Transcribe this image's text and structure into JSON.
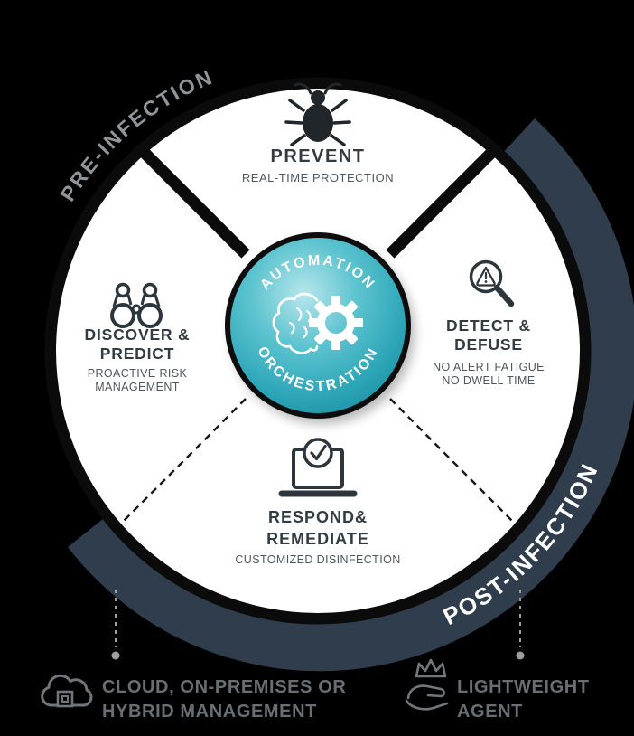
{
  "ring": {
    "pre_label": "PRE-INFECTION",
    "post_label": "POST-INFECTION"
  },
  "center": {
    "top_arc": "AUTOMATION",
    "bottom_arc": "ORCHESTRATION",
    "icon": "brain-gear-icon"
  },
  "quadrants": {
    "prevent": {
      "title": "PREVENT",
      "subtitle": "REAL-TIME PROTECTION",
      "icon": "bug-icon"
    },
    "discover": {
      "title_line1": "DISCOVER &",
      "title_line2": "PREDICT",
      "subtitle_line1": "PROACTIVE RISK",
      "subtitle_line2": "MANAGEMENT",
      "icon": "binoculars-icon"
    },
    "detect": {
      "title_line1": "DETECT &",
      "title_line2": "DEFUSE",
      "subtitle_line1": "NO ALERT FATIGUE",
      "subtitle_line2": "NO DWELL TIME",
      "icon": "magnifier-alert-icon"
    },
    "respond": {
      "title_line1": "RESPOND&",
      "title_line2": "REMEDIATE",
      "subtitle": "CUSTOMIZED DISINFECTION",
      "icon": "laptop-check-icon"
    }
  },
  "footer": {
    "management": {
      "line1": "CLOUD, ON-PREMISES OR",
      "line2": "HYBRID MANAGEMENT",
      "icon": "cloud-server-icon"
    },
    "agent": {
      "line1": "LIGHTWEIGHT",
      "line2": "AGENT",
      "icon": "crown-hand-icon"
    }
  },
  "colors": {
    "background": "#000000",
    "disc": "#ffffff",
    "post_band": "#2f3d4d",
    "ring": "#0b0b0b",
    "teal": "#2da6b8",
    "teal_light": "#b8e6ec",
    "heading_text": "#333c43",
    "sub_text": "#50565b",
    "footer_text": "#696e72",
    "pre_text": "#8f9598",
    "post_text": "#ffffff",
    "connector": "#9b9fa2"
  }
}
